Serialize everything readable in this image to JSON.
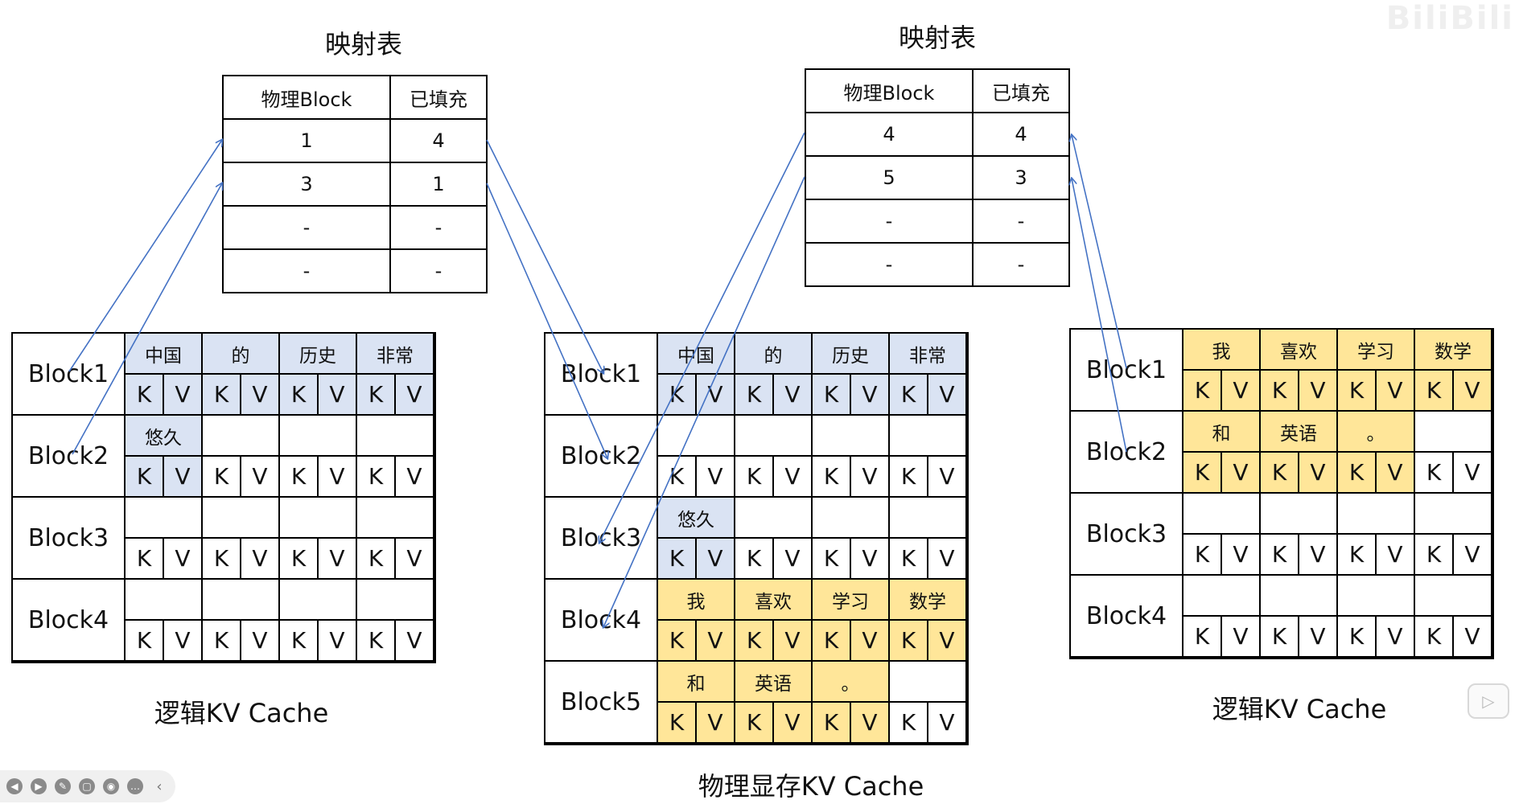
{
  "watermark": "BiliBili",
  "left": {
    "map_title": "映射表",
    "map_headers": [
      "物理Block",
      "已填充"
    ],
    "map_rows": [
      [
        "1",
        "4"
      ],
      [
        "3",
        "1"
      ],
      [
        "-",
        "-"
      ],
      [
        "-",
        "-"
      ]
    ],
    "blocks": [
      {
        "label": "Block1",
        "tokens": [
          "中国",
          "的",
          "历史",
          "非常"
        ]
      },
      {
        "label": "Block2",
        "tokens": [
          "悠久",
          "",
          "",
          ""
        ]
      },
      {
        "label": "Block3",
        "tokens": [
          "",
          "",
          "",
          ""
        ]
      },
      {
        "label": "Block4",
        "tokens": [
          "",
          "",
          "",
          ""
        ]
      }
    ],
    "caption": "逻辑KV Cache"
  },
  "middle": {
    "blocks": [
      {
        "label": "Block1",
        "tokens": [
          "中国",
          "的",
          "历史",
          "非常"
        ]
      },
      {
        "label": "Block2",
        "tokens": [
          "",
          "",
          "",
          ""
        ]
      },
      {
        "label": "Block3",
        "tokens": [
          "悠久",
          "",
          "",
          ""
        ]
      },
      {
        "label": "Block4",
        "tokens": [
          "我",
          "喜欢",
          "学习",
          "数学"
        ]
      },
      {
        "label": "Block5",
        "tokens": [
          "和",
          "英语",
          "。",
          ""
        ]
      }
    ],
    "caption": "物理显存KV Cache"
  },
  "right": {
    "map_title": "映射表",
    "map_headers": [
      "物理Block",
      "已填充"
    ],
    "map_rows": [
      [
        "4",
        "4"
      ],
      [
        "5",
        "3"
      ],
      [
        "-",
        "-"
      ],
      [
        "-",
        "-"
      ]
    ],
    "blocks": [
      {
        "label": "Block1",
        "tokens": [
          "我",
          "喜欢",
          "学习",
          "数学"
        ]
      },
      {
        "label": "Block2",
        "tokens": [
          "和",
          "英语",
          "。",
          ""
        ]
      },
      {
        "label": "Block3",
        "tokens": [
          "",
          "",
          "",
          ""
        ]
      },
      {
        "label": "Block4",
        "tokens": [
          "",
          "",
          "",
          ""
        ]
      }
    ],
    "caption": "逻辑KV Cache"
  },
  "kv": {
    "k": "K",
    "v": "V"
  },
  "colors": {
    "blue": "#dae3f3",
    "gold": "#ffe699",
    "arrow": "#4472c4"
  },
  "toolbar_icons": [
    "prev-icon",
    "play-icon",
    "pen-icon",
    "screenshot-icon",
    "camera-icon",
    "more-icon",
    "collapse-icon"
  ]
}
